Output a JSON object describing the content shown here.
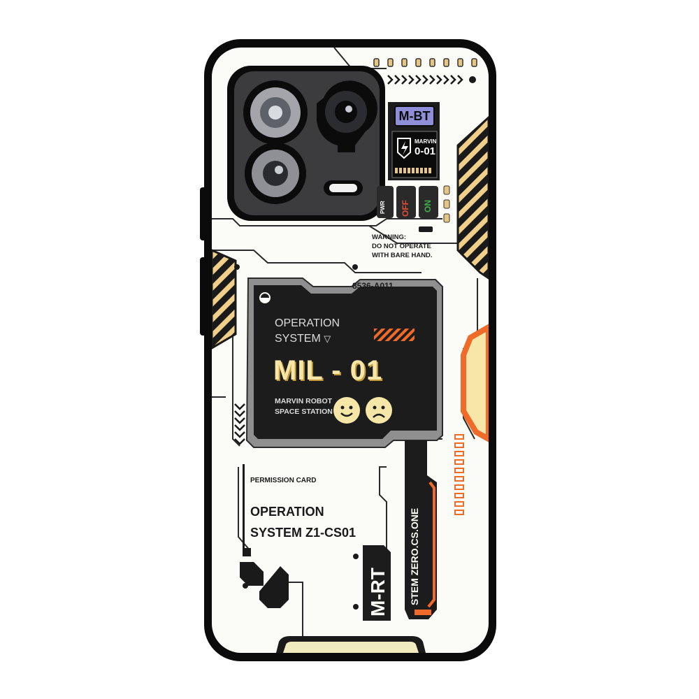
{
  "labels": {
    "mbt_tag": "M-BT",
    "marvin_word": "MARVIN",
    "marvin_code": "0-01",
    "off": "OFF",
    "on": "ON",
    "pwr": "PWR",
    "warning": [
      "WARNING:",
      "DO NOT OPERATE",
      "WITH BARE HAND."
    ],
    "serial": "8536-A011",
    "screen_line1": "OPERATION",
    "screen_line2": "SYSTEM",
    "model": "MIL - 01",
    "robot_line1": "MARVIN ROBOT",
    "robot_line2": "SPACE STATION",
    "permission": "PERMISSION CARD",
    "op_line1": "OPERATION",
    "op_line2": "SYSTEM Z1-CS01",
    "vertical_mbt": "M-RT",
    "vertical_system": "STEM ZERO.CS.ONE"
  },
  "colors": {
    "case": "#0b0b0b",
    "back": "#fbfbf7",
    "accent_orange": "#f06a2a",
    "accent_yellow": "#f6e7a8",
    "panel_dark": "#1c1c1c",
    "lavender": "#8e8fd8",
    "off_red": "#e34b3b",
    "on_green": "#3fb04b"
  },
  "icons": [
    "camera-lens-icon",
    "flash-icon",
    "smiley-icon",
    "sad-face-icon",
    "bolt-shield-icon",
    "triangle-icon"
  ]
}
